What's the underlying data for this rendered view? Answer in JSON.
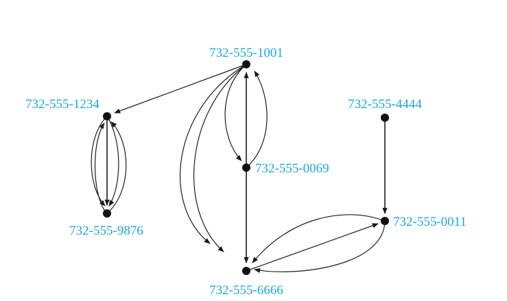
{
  "colors": {
    "label": "#1ba6d6",
    "edge": "#1a1a1a",
    "node": "#111111"
  },
  "nodes": [
    {
      "id": "n1001",
      "label": "732-555-1001"
    },
    {
      "id": "n1234",
      "label": "732-555-1234"
    },
    {
      "id": "n4444",
      "label": "732-555-4444"
    },
    {
      "id": "n0069",
      "label": "732-555-0069"
    },
    {
      "id": "n9876",
      "label": "732-555-9876"
    },
    {
      "id": "n0011",
      "label": "732-555-0011"
    },
    {
      "id": "n6666",
      "label": "732-555-6666"
    }
  ],
  "edges": [
    {
      "from": "n1001",
      "to": "n1234"
    },
    {
      "from": "n1234",
      "to": "n9876"
    },
    {
      "from": "n1234",
      "to": "n9876"
    },
    {
      "from": "n1234",
      "to": "n9876"
    },
    {
      "from": "n9876",
      "to": "n1234"
    },
    {
      "from": "n9876",
      "to": "n1234"
    },
    {
      "from": "n0069",
      "to": "n1001"
    },
    {
      "from": "n1001",
      "to": "n0069"
    },
    {
      "from": "n0069",
      "to": "n1001"
    },
    {
      "from": "n1001",
      "to": "n6666"
    },
    {
      "from": "n1001",
      "to": "n6666"
    },
    {
      "from": "n0069",
      "to": "n6666"
    },
    {
      "from": "n4444",
      "to": "n0011"
    },
    {
      "from": "n0011",
      "to": "n6666"
    },
    {
      "from": "n6666",
      "to": "n0011"
    },
    {
      "from": "n0011",
      "to": "n6666"
    }
  ]
}
